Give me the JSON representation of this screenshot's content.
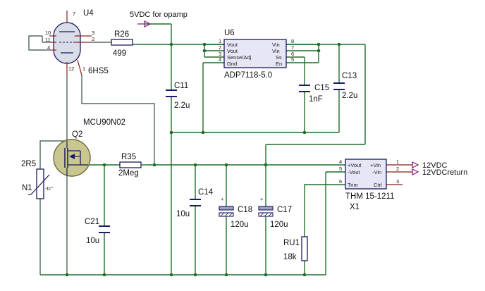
{
  "labels": {
    "u4_ref": "U4",
    "u4_type": "6HS5",
    "r26_ref": "R26",
    "r26_val": "499",
    "net_5v": "5VDC for opamp",
    "u6_ref": "U6",
    "u6_type": "ADP7118-5.0",
    "c11_ref": "C11",
    "c11_val": "2.2u",
    "c15_ref": "C15",
    "c15_val": "1nF",
    "c13_ref": "C13",
    "c13_val": "2.2u",
    "q2_part": "MCU90N02",
    "q2_ref": "Q2",
    "r35_ref": "R35",
    "r35_val": "2Meg",
    "n1_val": "2R5",
    "n1_ref": "N1",
    "n1_mark": "-tc°",
    "c21_ref": "C21",
    "c21_val": "10u",
    "c14_ref": "C14",
    "c14_val": "10u",
    "c18_ref": "C18",
    "c18_val": "120u",
    "c17_ref": "C17",
    "c17_val": "120u",
    "ru1_ref": "RU1",
    "ru1_val": "18k",
    "x1_type": "THM 15-1211",
    "x1_ref": "X1",
    "net_12v": "12VDC",
    "net_12vret": "12VDCreturn",
    "plus": "+"
  },
  "u4_pins": [
    "7",
    "10",
    "11",
    "4",
    "3",
    "2",
    "12",
    "1"
  ],
  "u6_left_pins": [
    {
      "num": "1",
      "name": "Vout"
    },
    {
      "num": "2",
      "name": "Vout"
    },
    {
      "num": "3",
      "name": "Sense/Adj"
    },
    {
      "num": "4",
      "name": "Gnd"
    }
  ],
  "u6_right_pins": [
    {
      "num": "8",
      "name": "Vin"
    },
    {
      "num": "7",
      "name": "Vin"
    },
    {
      "num": "6",
      "name": "Ss"
    },
    {
      "num": "5",
      "name": "En"
    }
  ],
  "x1_left_pins": [
    {
      "num": "4",
      "name": "+Vout"
    },
    {
      "num": "5",
      "name": "-Vout"
    },
    {
      "num": "6",
      "name": "Trim"
    }
  ],
  "x1_right_pins": [
    {
      "num": "1",
      "name": "+Vin"
    },
    {
      "num": "2",
      "name": "-Vin"
    },
    {
      "num": "3",
      "name": "Ctrl"
    }
  ]
}
